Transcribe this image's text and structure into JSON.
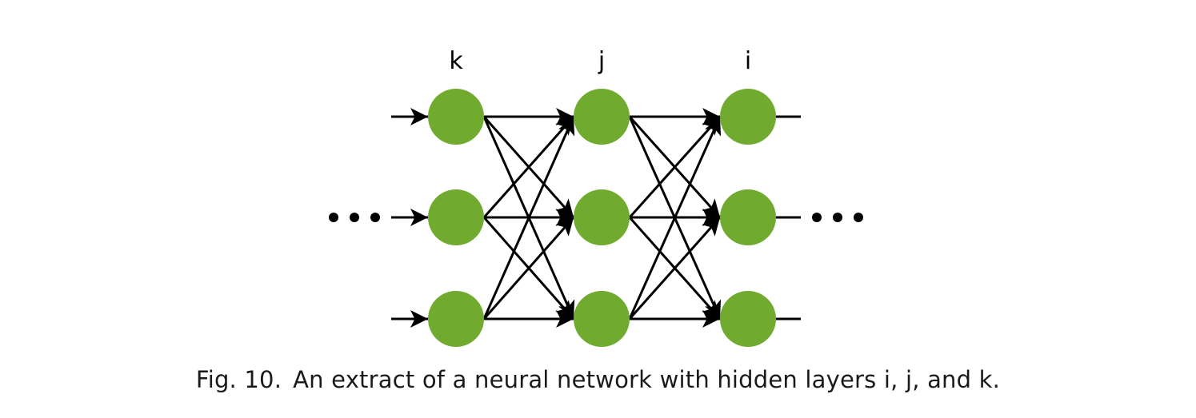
{
  "diagram": {
    "type": "neural-network-extract",
    "node_color": "#70AB30",
    "edge_color": "#000000",
    "layers": [
      {
        "label": "k",
        "nodes": 3
      },
      {
        "label": "j",
        "nodes": 3
      },
      {
        "label": "i",
        "nodes": 3
      }
    ],
    "connections": "fully-connected between adjacent layers, arrows pointing right",
    "leading_ellipsis": "• • •",
    "trailing_ellipsis": "• • •"
  },
  "caption": {
    "figure_number": "Fig. 10.",
    "text": "An extract of a neural network with hidden layers i, j, and k."
  }
}
